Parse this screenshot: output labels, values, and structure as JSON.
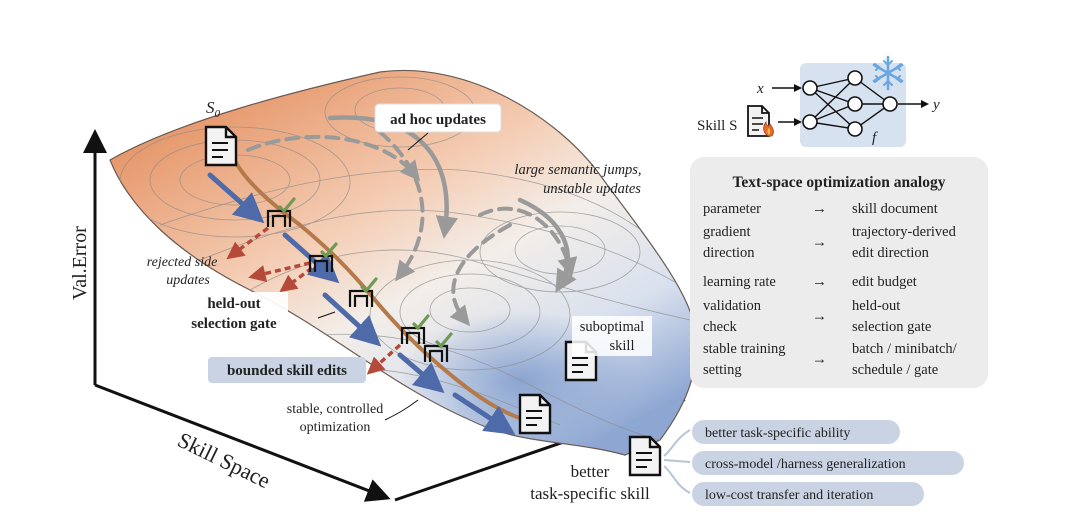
{
  "axes": {
    "y_label": "Val.Error",
    "x_label": "Skill Space"
  },
  "landscape": {
    "start_label": "S",
    "start_subscript": "0",
    "ad_hoc_label": "ad hoc updates",
    "large_jumps_line1": "large semantic jumps,",
    "large_jumps_line2": "unstable updates",
    "rejected_line1": "rejected side",
    "rejected_line2": "updates",
    "gate_line1": "held-out",
    "gate_line2": "selection gate",
    "bounded_label": "bounded skill edits",
    "suboptimal_line1": "suboptimal",
    "suboptimal_line2": "skill",
    "stable_line1": "stable, controlled",
    "stable_line2": "optimization",
    "better_line1": "better",
    "better_line2": "task-specific skill"
  },
  "network": {
    "x_label": "x",
    "y_label": "y",
    "f_label": "f",
    "skill_label": "Skill S"
  },
  "analogy": {
    "title": "Text-space optimization analogy",
    "arrow": "→",
    "rows": [
      {
        "left": [
          "parameter"
        ],
        "right": [
          "skill document"
        ]
      },
      {
        "left": [
          "gradient",
          "direction"
        ],
        "right": [
          "trajectory-derived",
          "edit direction"
        ]
      },
      {
        "left": [
          "learning rate"
        ],
        "right": [
          "edit budget"
        ]
      },
      {
        "left": [
          "validation",
          "check"
        ],
        "right": [
          "held-out",
          "selection gate"
        ]
      },
      {
        "left": [
          "stable training",
          "setting"
        ],
        "right": [
          "batch / minibatch/",
          "schedule / gate"
        ]
      }
    ]
  },
  "benefits": [
    "better task-specific ability",
    "cross-model /harness generalization",
    "low-cost transfer and iteration"
  ],
  "colors": {
    "landscape_top": "#e8a27a",
    "landscape_bottom": "#9fb6d8",
    "blue_arrow": "#4f6aa8",
    "red_arrow": "#b54a3a",
    "grey_arrow": "#9a9a9a",
    "check": "#6e9a52",
    "panel_bg": "#ececec",
    "pill_bg": "#c9d3e3",
    "network_bg": "#d6e2f0"
  }
}
